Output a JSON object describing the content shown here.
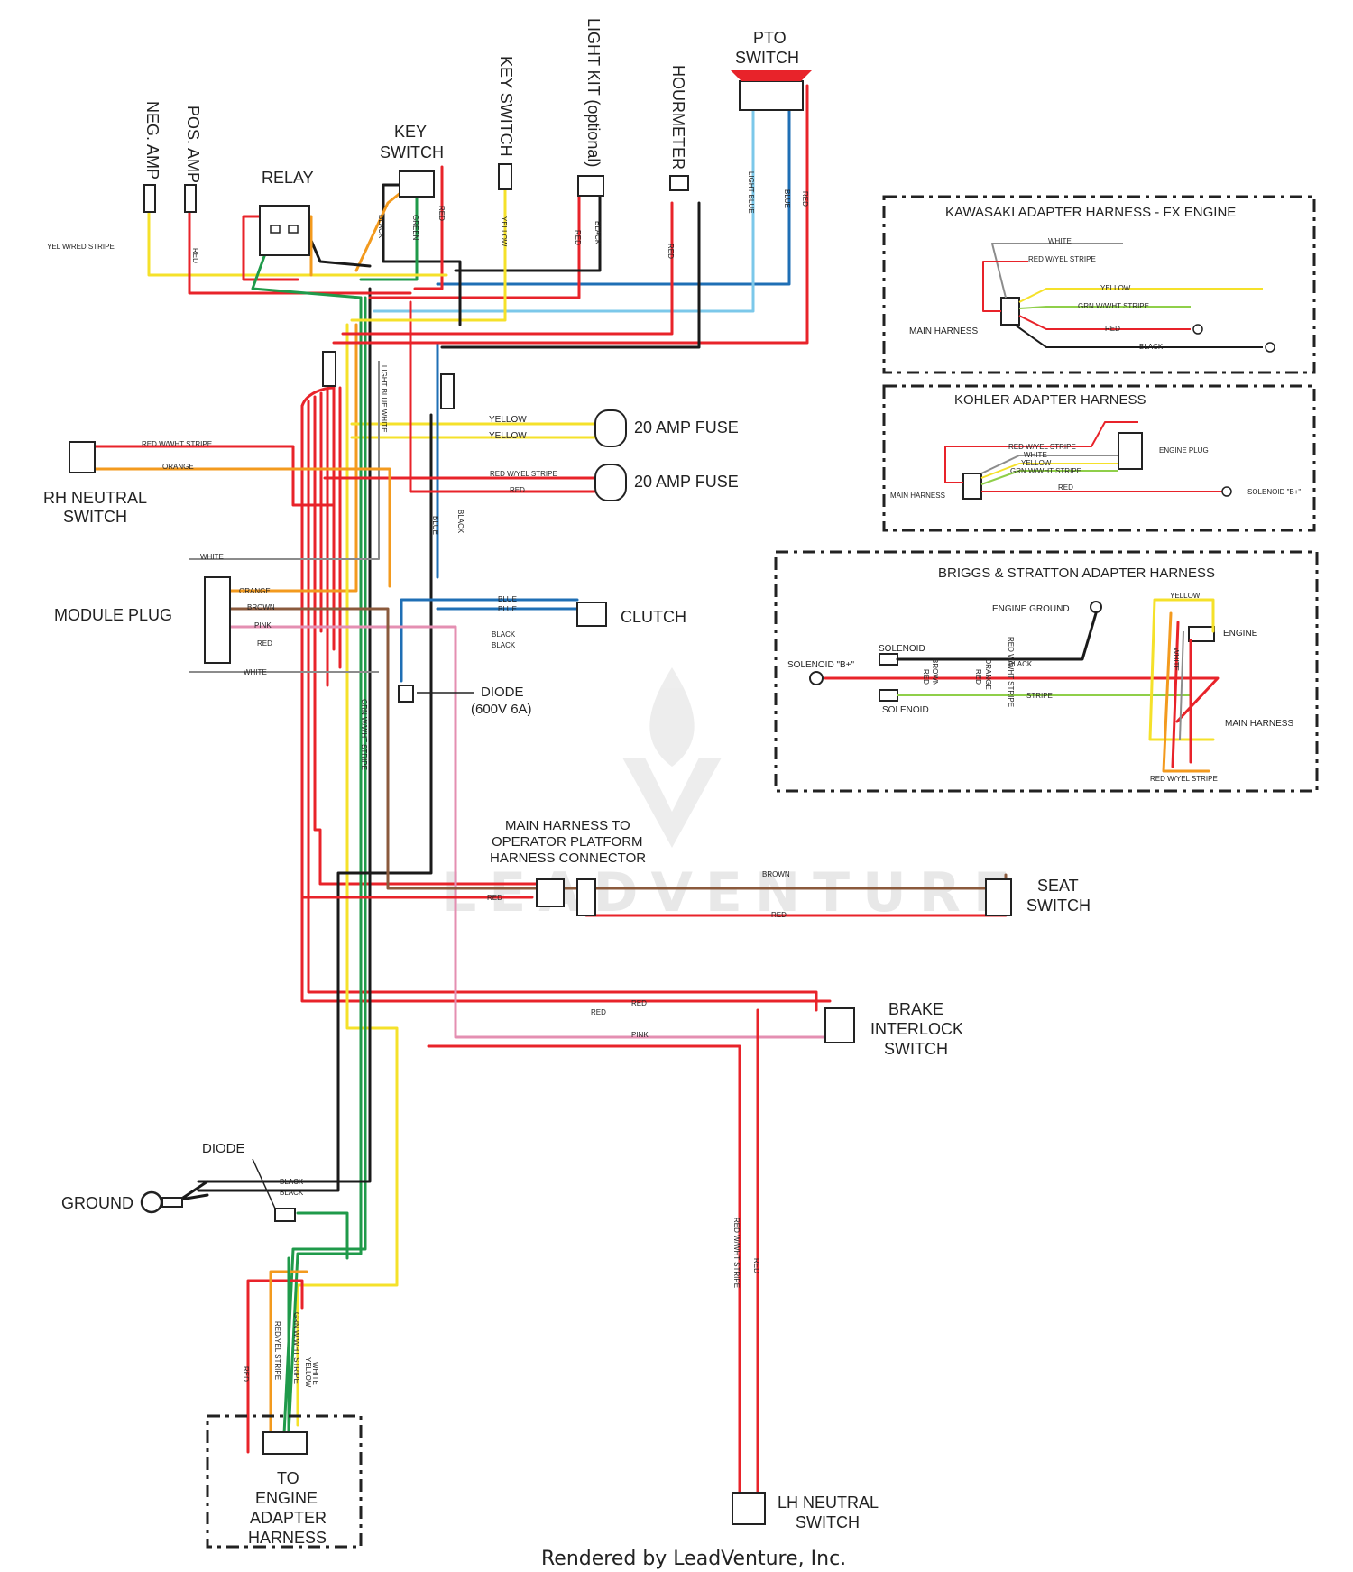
{
  "colors": {
    "red": "#e8232a",
    "black": "#1a1a1a",
    "yellow": "#f5e12a",
    "orange": "#f39a1e",
    "green": "#1f9a4a",
    "lightgreen": "#8fcf4a",
    "blue": "#1f6fb5",
    "lightblue": "#7cc8ea",
    "brown": "#8b5a3c",
    "pink": "#e48fb2",
    "white": "#9a9a9a"
  },
  "components": {
    "neg_amp": "NEG. AMP",
    "pos_amp": "POS. AMP",
    "relay": "RELAY",
    "key_switch_top": "KEY",
    "key_switch_bottom": "SWITCH",
    "key_switch_vertical": "KEY SWITCH",
    "light_kit": "LIGHT KIT (optional)",
    "hourmeter": "HOURMETER",
    "pto_top": "PTO",
    "pto_bottom": "SWITCH",
    "fuse1": "20 AMP FUSE",
    "fuse2": "20 AMP FUSE",
    "rh_neutral_1": "RH NEUTRAL",
    "rh_neutral_2": "SWITCH",
    "module_plug": "MODULE PLUG",
    "clutch": "CLUTCH",
    "diode_main_1": "DIODE",
    "diode_main_2": "(600V 6A)",
    "harness_conn_1": "MAIN HARNESS TO",
    "harness_conn_2": "OPERATOR PLATFORM",
    "harness_conn_3": "HARNESS CONNECTOR",
    "seat_1": "SEAT",
    "seat_2": "SWITCH",
    "brake_1": "BRAKE",
    "brake_2": "INTERLOCK",
    "brake_3": "SWITCH",
    "diode_ground": "DIODE",
    "ground": "GROUND",
    "engine_1": "TO",
    "engine_2": "ENGINE",
    "engine_3": "ADAPTER",
    "engine_4": "HARNESS",
    "lh_neutral_1": "LH NEUTRAL",
    "lh_neutral_2": "SWITCH"
  },
  "wire_labels": {
    "yel_red_stripe": "YEL W/RED STRIPE",
    "red": "RED",
    "black": "BLACK",
    "green": "GREEN",
    "yellow": "YELLOW",
    "blue": "BLUE",
    "light_blue": "LIGHT BLUE",
    "white": "WHITE",
    "orange": "ORANGE",
    "brown": "BROWN",
    "pink": "PINK",
    "red_wht_stripe": "RED W/WHT STRIPE",
    "red_yel_stripe": "RED W/YEL STRIPE",
    "red_yel_stripe_alt": "RED/YEL STRIPE",
    "grn_wht_stripe": "GRN W/WHT STRIPE",
    "grn_wht_stripe_v": "GRN W/WHT STRIPE",
    "light_blue_white": "LIGHT BLUE WHITE"
  },
  "kawasaki": {
    "title": "KAWASAKI ADAPTER HARNESS - FX ENGINE",
    "main_harness": "MAIN HARNESS",
    "white": "WHITE",
    "red_yel": "RED W/YEL STRIPE",
    "yellow": "YELLOW",
    "grn_wht": "GRN W/WHT STRIPE",
    "red": "RED",
    "black": "BLACK"
  },
  "kohler": {
    "title": "KOHLER ADAPTER HARNESS",
    "engine_plug": "ENGINE PLUG",
    "main_harness": "MAIN HARNESS",
    "solenoid": "SOLENOID \"B+\"",
    "red_yel": "RED W/YEL STRIPE",
    "white": "WHITE",
    "yellow": "YELLOW",
    "grn_wht": "GRN W/WHT STRIPE",
    "red": "RED"
  },
  "briggs": {
    "title": "BRIGGS & STRATTON ADAPTER HARNESS",
    "engine_ground": "ENGINE GROUND",
    "solenoid_top": "SOLENOID",
    "solenoid_b": "SOLENOID \"B+\"",
    "solenoid_bottom": "SOLENOID",
    "engine": "ENGINE",
    "main_harness": "MAIN HARNESS",
    "yellow": "YELLOW",
    "white": "WHITE",
    "red_yel": "RED W/YEL STRIPE",
    "brown": "BROWN",
    "red": "RED",
    "orange": "ORANGE",
    "red_wht": "RED W/WHT STRIPE",
    "black": "BLACK",
    "stripe": "STRIPE"
  },
  "watermark": "LEADVENTURE",
  "footer": "Rendered by LeadVenture, Inc."
}
